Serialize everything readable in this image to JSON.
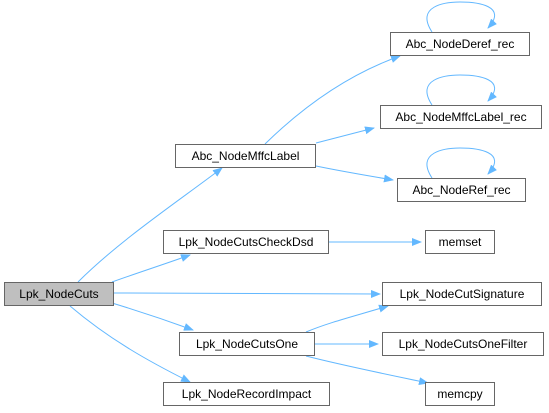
{
  "colors": {
    "edge": "#63b8ff",
    "node_border": "#666666",
    "node_fill": "#ffffff",
    "root_fill": "#bfbfbf"
  },
  "nodes": {
    "root": "Lpk_NodeCuts",
    "mffc_label": "Abc_NodeMffcLabel",
    "deref_rec": "Abc_NodeDeref_rec",
    "mffc_label_rec": "Abc_NodeMffcLabel_rec",
    "ref_rec": "Abc_NodeRef_rec",
    "cuts_check_dsd": "Lpk_NodeCutsCheckDsd",
    "memset": "memset",
    "cut_signature": "Lpk_NodeCutSignature",
    "cuts_one": "Lpk_NodeCutsOne",
    "cuts_one_filter": "Lpk_NodeCutsOneFilter",
    "record_impact": "Lpk_NodeRecordImpact",
    "memcpy": "memcpy"
  }
}
